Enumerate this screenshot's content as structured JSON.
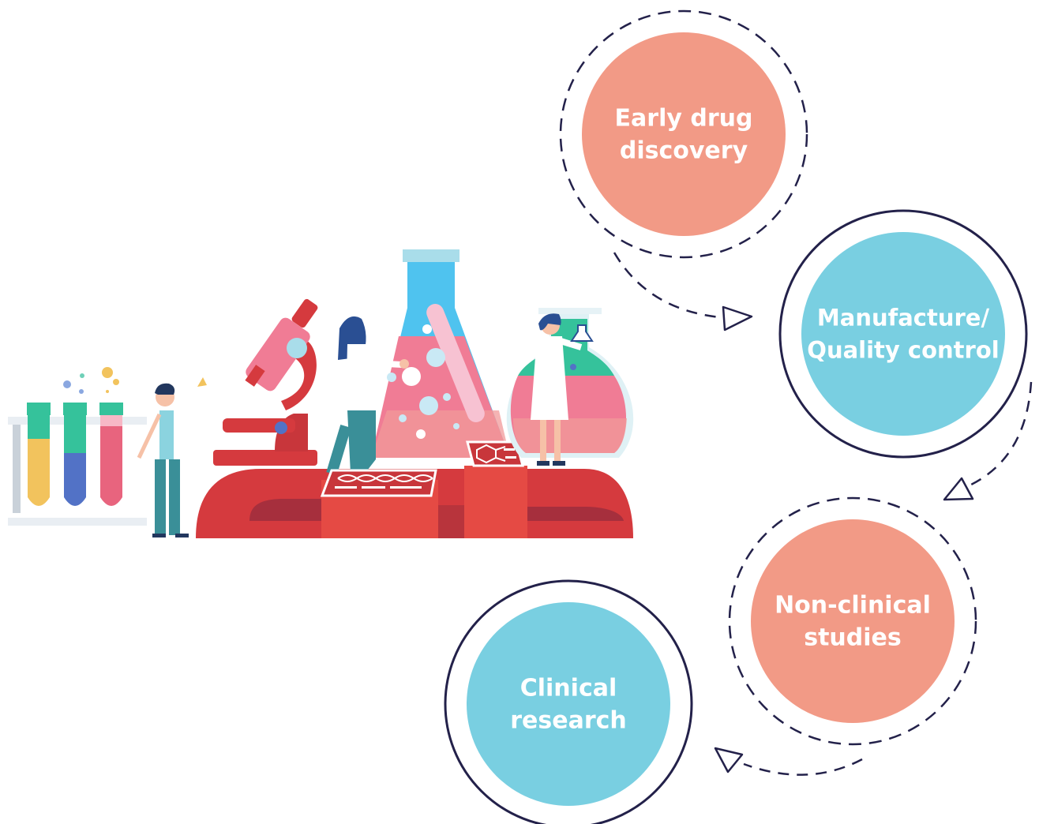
{
  "stages": [
    {
      "id": "early-drug-discovery",
      "lines": [
        "Early drug",
        "discovery"
      ],
      "color": "#f29a86",
      "ring": "dashed"
    },
    {
      "id": "manufacture-quality-control",
      "lines": [
        "Manufacture/",
        "Quality control"
      ],
      "color": "#79cfe1",
      "ring": "solid"
    },
    {
      "id": "non-clinical-studies",
      "lines": [
        "Non-clinical",
        "studies"
      ],
      "color": "#f29a86",
      "ring": "dashed"
    },
    {
      "id": "clinical-research",
      "lines": [
        "Clinical",
        "research"
      ],
      "color": "#79cfe1",
      "ring": "solid"
    }
  ],
  "colors": {
    "outline": "#23214a",
    "coral": "#f29a86",
    "teal": "#79cfe1",
    "base_red": "#d53a3e",
    "pink": "#f07c95",
    "sky": "#4fc3ef"
  },
  "illustration": {
    "name": "laboratory-scene",
    "elements": [
      "test-tube-rack",
      "scientist",
      "microscope",
      "erlenmeyer-flask",
      "round-flask",
      "dna-screen",
      "molecule-screen"
    ]
  }
}
